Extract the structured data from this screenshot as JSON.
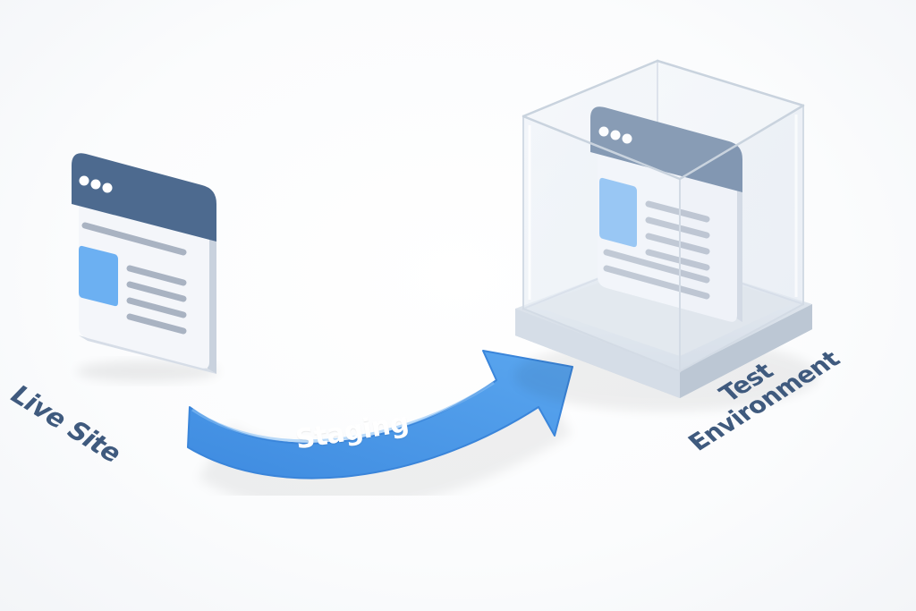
{
  "labels": {
    "live_site": "Live Site",
    "staging": "Staging",
    "test_env_line1": "Test",
    "test_env_line2": "Environment"
  },
  "icons": {
    "live_window": "browser-window-icon",
    "test_window": "browser-window-icon",
    "container": "glass-cube-icon",
    "arrow": "curved-arrow-icon"
  },
  "colors": {
    "arrow": "#4a96e8",
    "window_header": "#4d6a8f",
    "window_body": "#f2f4f8",
    "accent_block": "#6cb0f2",
    "text_lines": "#a9b3c2",
    "label_text": "#3f5a7e"
  }
}
